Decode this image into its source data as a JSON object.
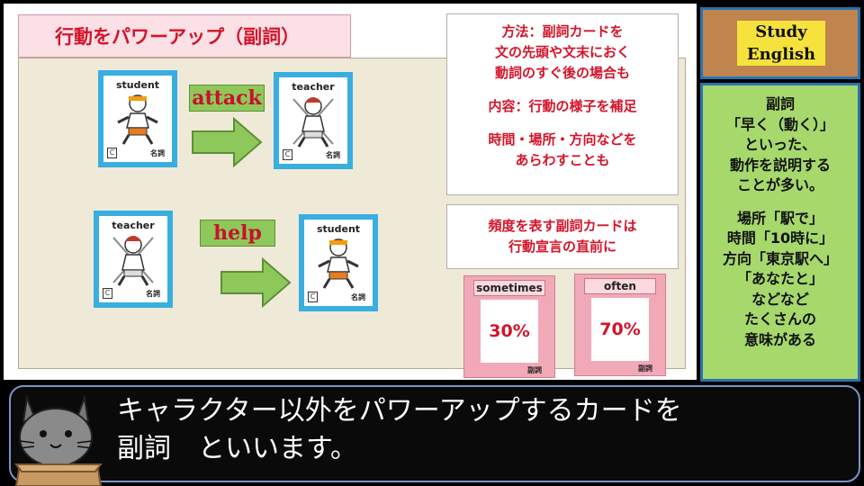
{
  "title": "行動をパワーアップ（副詞）",
  "cards": {
    "student_top": {
      "word": "student",
      "c": "C",
      "pos": "名詞"
    },
    "teacher_top": {
      "word": "teacher",
      "c": "C",
      "pos": "名詞"
    },
    "teacher_bottom": {
      "word": "teacher",
      "c": "C",
      "pos": "名詞"
    },
    "student_bottom": {
      "word": "student",
      "c": "C",
      "pos": "名詞"
    }
  },
  "verbs": {
    "attack": "attack",
    "help": "help"
  },
  "method_box": {
    "lines": [
      "方法：副詞カードを",
      "文の先頭や文末におく",
      "動詞のすぐ後の場合も",
      "",
      "内容：行動の様子を補足",
      "",
      "時間・場所・方向などを",
      "あらわすことも"
    ]
  },
  "frequency_box": {
    "lines": [
      "頻度を表す副詞カードは",
      "行動宣言の直前に"
    ]
  },
  "adverb_cards": [
    {
      "word": "sometimes",
      "value": "30%",
      "pos": "副詞"
    },
    {
      "word": "often",
      "value": "70%",
      "pos": "副詞"
    }
  ],
  "sidebar": {
    "header_lines": [
      "Study",
      "English"
    ],
    "body_lines": [
      "副詞",
      "「早く（動く）」",
      "といった、",
      "動作を説明する",
      "ことが多い。",
      "",
      "場所「駅で」",
      "時間「10時に」",
      "方向「東京駅へ」",
      "「あなたと」",
      "などなど",
      "たくさんの",
      "意味がある"
    ]
  },
  "subtitle": {
    "line1": "キャラクター以外をパワーアップするカードを",
    "line2": "副詞　といいます。"
  },
  "colors": {
    "accent_red": "#d4142a",
    "card_blue": "#39aee0",
    "verb_green": "#8fc85a",
    "sidebar_green": "#a6d86c",
    "sidebar_border": "#2c72b0",
    "pink_card": "#f2a9b7"
  },
  "icons": {
    "student_figure": "student-figure-icon",
    "teacher_figure": "teacher-figure-icon",
    "arrow": "arrow-right-icon",
    "cat": "cat-mascot-icon"
  }
}
